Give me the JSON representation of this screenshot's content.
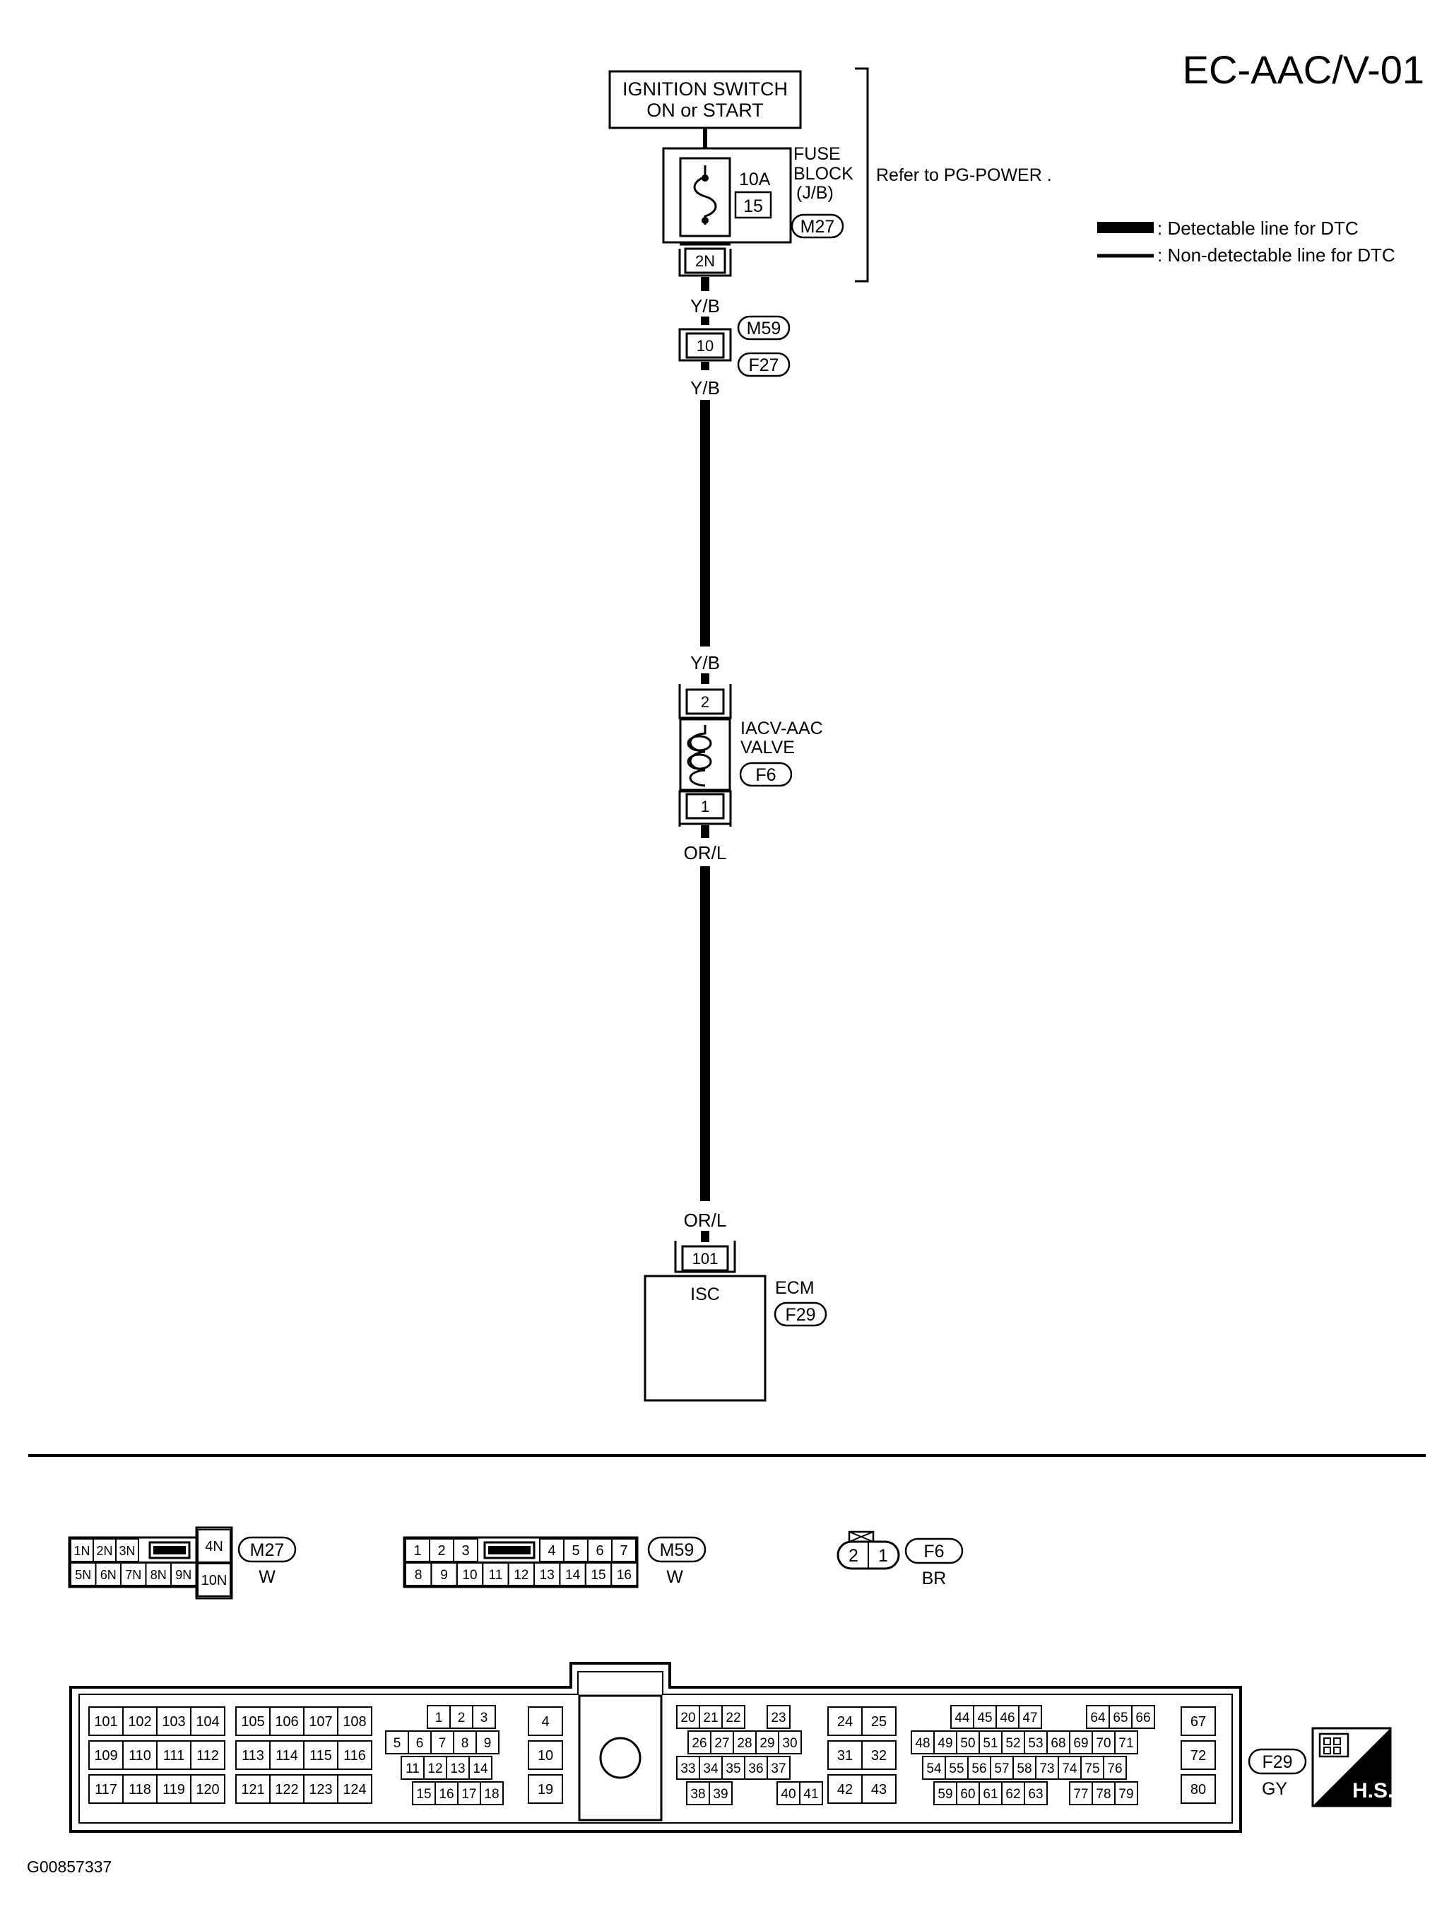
{
  "title": "EC-AAC/V-01",
  "ignition_switch": [
    "IGNITION SWITCH",
    "ON or START"
  ],
  "fuse": {
    "name_lines": [
      "FUSE",
      "BLOCK",
      "(J/B)"
    ],
    "rating": "10A",
    "number": "15",
    "connector": "M27",
    "terminal": "2N"
  },
  "refer_note": "Refer to  PG-POWER .",
  "legend": {
    "detectable": ": Detectable line for DTC",
    "non_detectable": ": Non-detectable line for DTC"
  },
  "wires": {
    "yb_upper_1": "Y/B",
    "yb_upper_2": "Y/B",
    "yb_lower": "Y/B",
    "orl_upper": "OR/L",
    "orl_lower": "OR/L"
  },
  "joint_connector": {
    "terminal": "10",
    "connector_top": "M59",
    "connector_bottom": "F27"
  },
  "valve": {
    "name_lines": [
      "IACV-AAC",
      "VALVE"
    ],
    "connector": "F6",
    "terminal_top": "2",
    "terminal_bottom": "1"
  },
  "ecm": {
    "name": "ECM",
    "connector": "F29",
    "terminal": "101",
    "signal": "ISC"
  },
  "connector_views": {
    "m27": {
      "id": "M27",
      "color": "W",
      "top_row": [
        "1N",
        "2N",
        "3N"
      ],
      "bottom_row": [
        "5N",
        "6N",
        "7N",
        "8N",
        "9N"
      ],
      "side": [
        "4N",
        "10N"
      ]
    },
    "m59": {
      "id": "M59",
      "color": "W",
      "top_left": [
        "1",
        "2",
        "3"
      ],
      "top_right": [
        "4",
        "5",
        "6",
        "7"
      ],
      "bottom_row": [
        "8",
        "9",
        "10",
        "11",
        "12",
        "13",
        "14",
        "15",
        "16"
      ]
    },
    "f6": {
      "id": "F6",
      "color": "BR",
      "pins": [
        "2",
        "1"
      ]
    },
    "f29": {
      "id": "F29",
      "color": "GY",
      "block_a": [
        [
          "101",
          "102",
          "103",
          "104"
        ],
        [
          "109",
          "110",
          "111",
          "112"
        ],
        [
          "117",
          "118",
          "119",
          "120"
        ]
      ],
      "block_b": [
        [
          "105",
          "106",
          "107",
          "108"
        ],
        [
          "113",
          "114",
          "115",
          "116"
        ],
        [
          "121",
          "122",
          "123",
          "124"
        ]
      ],
      "block_c": [
        [
          "1",
          "2",
          "3"
        ],
        [
          "5",
          "6",
          "7",
          "8",
          "9"
        ],
        [
          "11",
          "12",
          "13",
          "14"
        ],
        [
          "15",
          "16",
          "17",
          "18"
        ]
      ],
      "block_d": [
        "4",
        "10",
        "19"
      ],
      "block_e": [
        [
          "20",
          "21",
          "22",
          "23"
        ],
        [
          "26",
          "27",
          "28",
          "29",
          "30"
        ],
        [
          "33",
          "34",
          "35",
          "36",
          "37"
        ],
        [
          "38",
          "39",
          "40",
          "41"
        ]
      ],
      "block_f": [
        [
          "24",
          "25"
        ],
        [
          "31",
          "32"
        ],
        [
          "42",
          "43"
        ]
      ],
      "block_g": [
        [
          "44",
          "45",
          "46",
          "47",
          "64",
          "65",
          "66"
        ],
        [
          "48",
          "49",
          "50",
          "51",
          "52",
          "53",
          "68",
          "69",
          "70",
          "71"
        ],
        [
          "54",
          "55",
          "56",
          "57",
          "58",
          "73",
          "74",
          "75",
          "76"
        ],
        [
          "59",
          "60",
          "61",
          "62",
          "63",
          "77",
          "78",
          "79"
        ]
      ],
      "block_h": [
        "67",
        "72",
        "80"
      ]
    }
  },
  "hs_badge": "H.S.",
  "footer_code": "G00857337"
}
